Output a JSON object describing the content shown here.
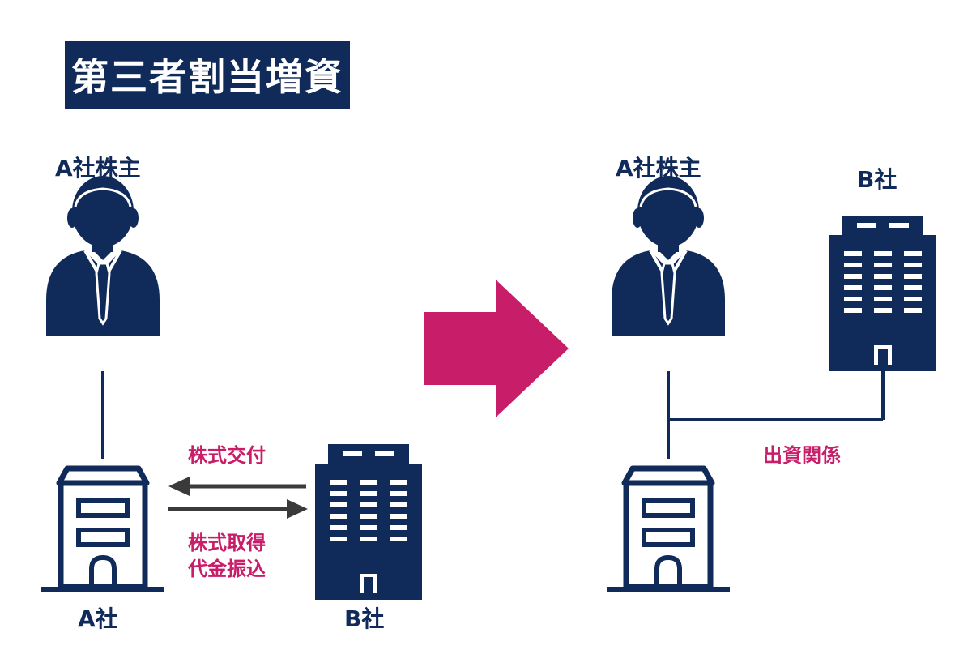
{
  "title": "第三者割当増資",
  "colors": {
    "navy": "#102a59",
    "magenta": "#c81e6a",
    "arrow_gray": "#3a3a3a"
  },
  "icons": {
    "person": "businessman-icon",
    "office": "office-building-icon",
    "small_building": "small-building-icon",
    "transition": "right-arrow-icon"
  },
  "left": {
    "shareholder_label": "A社株主",
    "company_a_label": "A社",
    "company_b_label": "B社",
    "flow_to_a": "株式交付",
    "flow_to_b_line1": "株式取得",
    "flow_to_b_line2": "代金振込"
  },
  "right": {
    "shareholder_label": "A社株主",
    "company_b_label": "B社",
    "relation_label": "出資関係"
  }
}
